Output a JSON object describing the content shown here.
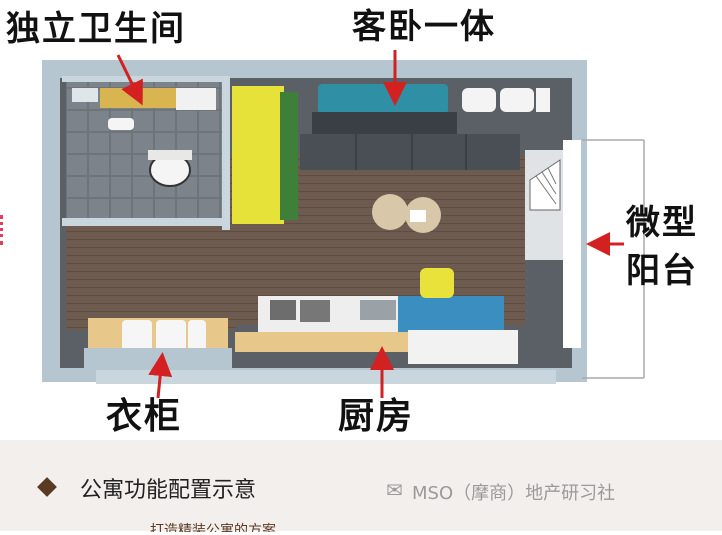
{
  "labels": {
    "bathroom": "独立卫生间",
    "living": "客卧一体",
    "balcony_line1": "微型",
    "balcony_line2": "阳台",
    "wardrobe": "衣柜",
    "kitchen": "厨房"
  },
  "footer": {
    "caption": "公寓功能配置示意",
    "watermark_icon": "wechat-icon",
    "watermark": "MSO（摩商）地产研习社",
    "cut_text": "打造精装公寓的方案"
  },
  "colors": {
    "wall": "#b6c6d0",
    "floor": "#6b5a4e",
    "bed": "#2f8fa5",
    "sofa": "#e6e23a",
    "arrow": "#d32020",
    "footer_bg": "#f3efec",
    "bullet": "#5a3a22"
  }
}
